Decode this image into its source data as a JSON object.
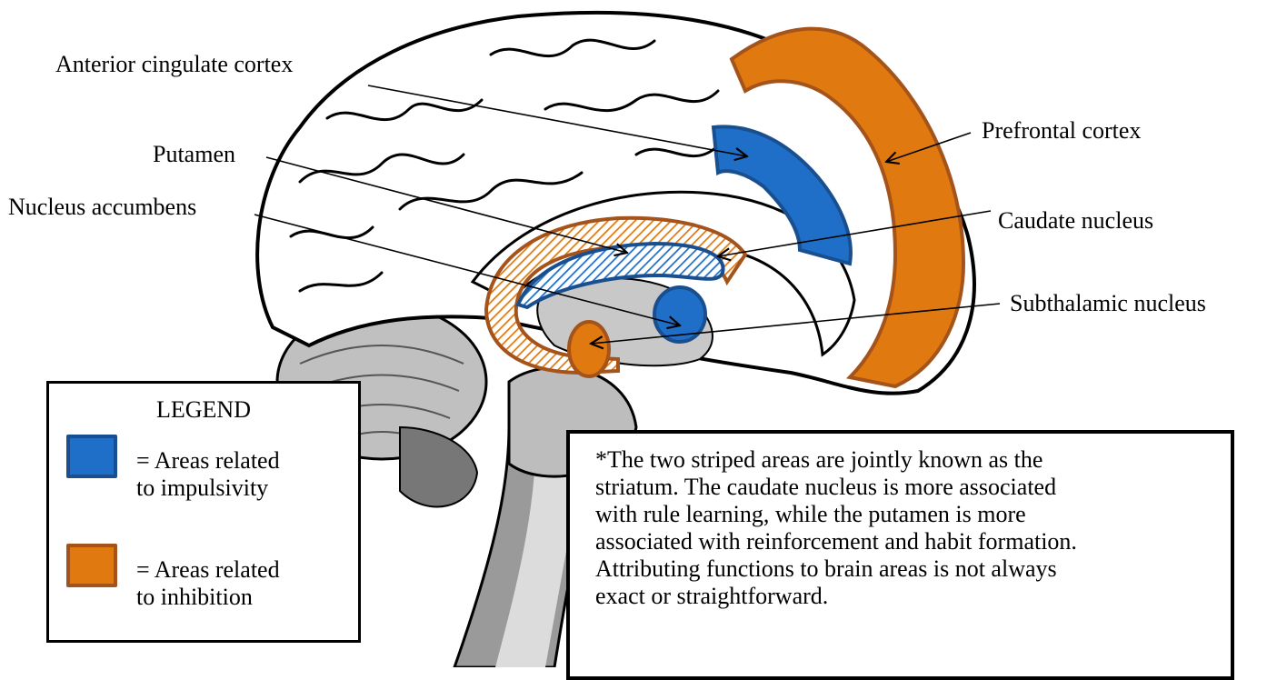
{
  "labels": {
    "anterior_cingulate": "Anterior cingulate cortex",
    "putamen": "Putamen",
    "nucleus_accumbens": "Nucleus accumbens",
    "prefrontal": "Prefrontal cortex",
    "caudate": "Caudate nucleus",
    "subthalamic": "Subthalamic nucleus"
  },
  "legend": {
    "title": "LEGEND",
    "impulsivity_line1": "= Areas related",
    "impulsivity_line2": "to impulsivity",
    "inhibition_line1": "= Areas related",
    "inhibition_line2": "to inhibition"
  },
  "note": {
    "line1": "*The two striped areas are jointly known as the",
    "line2": "striatum. The caudate nucleus is more associated",
    "line3": "with rule learning, while the putamen is more",
    "line4": "associated with reinforcement and habit formation.",
    "line5": "Attributing functions to brain areas is not always",
    "line6": "exact or straightforward."
  },
  "colors": {
    "impulsivity_fill": "#1f6fc8",
    "impulsivity_border": "#1a4f8f",
    "inhibition_fill": "#e07a10",
    "inhibition_border": "#a4531a",
    "brain_gray": "#c8c8c8",
    "dark_gray": "#8c8c8c"
  }
}
